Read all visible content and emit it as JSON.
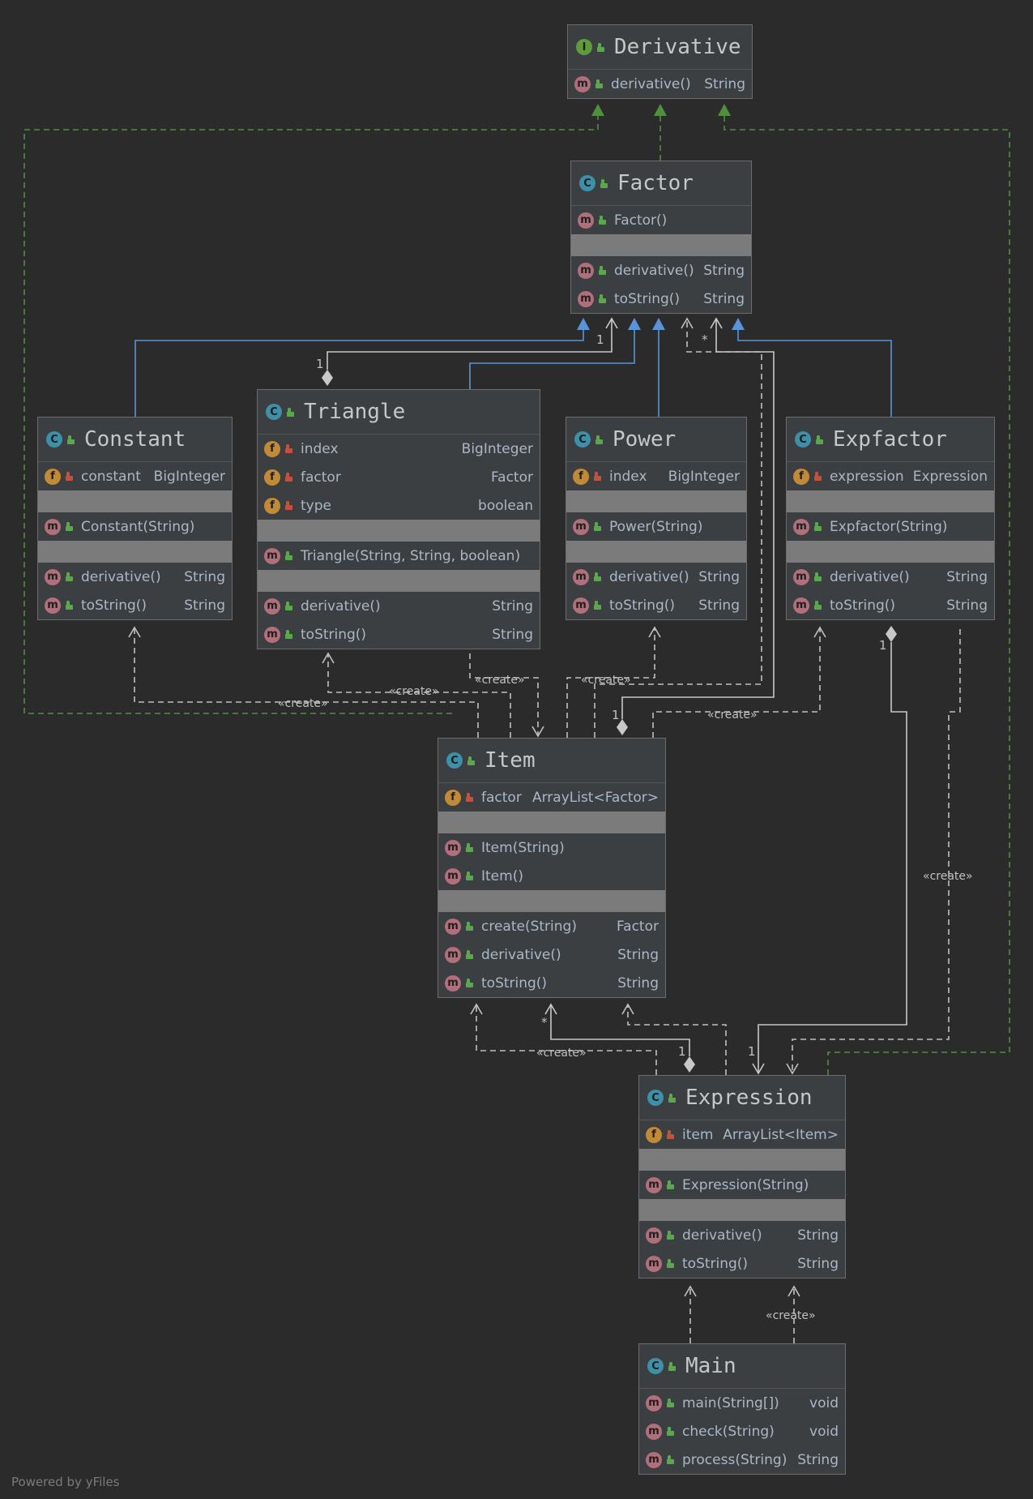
{
  "diagram": {
    "classes": [
      {
        "id": "derivative",
        "title": "Derivative",
        "kind": "I",
        "sections": [
          [
            {
              "kind": "m",
              "vis": "pub",
              "name": "derivative()",
              "type": "String"
            }
          ]
        ]
      },
      {
        "id": "factor",
        "title": "Factor",
        "kind": "C",
        "sections": [
          [
            {
              "kind": "m",
              "vis": "pub",
              "name": "Factor()",
              "type": ""
            }
          ],
          [],
          [
            {
              "kind": "m",
              "vis": "pub",
              "name": "derivative()",
              "type": "String"
            },
            {
              "kind": "m",
              "vis": "pub",
              "name": "toString()",
              "type": "String"
            }
          ]
        ]
      },
      {
        "id": "constant",
        "title": "Constant",
        "kind": "C",
        "sections": [
          [
            {
              "kind": "f",
              "vis": "priv",
              "name": "constant",
              "type": "BigInteger"
            }
          ],
          [],
          [
            {
              "kind": "m",
              "vis": "pub",
              "name": "Constant(String)",
              "type": ""
            }
          ],
          [],
          [
            {
              "kind": "m",
              "vis": "pub",
              "name": "derivative()",
              "type": "String"
            },
            {
              "kind": "m",
              "vis": "pub",
              "name": "toString()",
              "type": "String"
            }
          ]
        ]
      },
      {
        "id": "triangle",
        "title": "Triangle",
        "kind": "C",
        "sections": [
          [
            {
              "kind": "f",
              "vis": "priv",
              "name": "index",
              "type": "BigInteger"
            },
            {
              "kind": "f",
              "vis": "priv",
              "name": "factor",
              "type": "Factor"
            },
            {
              "kind": "f",
              "vis": "priv",
              "name": "type",
              "type": "boolean"
            }
          ],
          [],
          [
            {
              "kind": "m",
              "vis": "pub",
              "name": "Triangle(String, String, boolean)",
              "type": ""
            }
          ],
          [],
          [
            {
              "kind": "m",
              "vis": "pub",
              "name": "derivative()",
              "type": "String"
            },
            {
              "kind": "m",
              "vis": "pub",
              "name": "toString()",
              "type": "String"
            }
          ]
        ]
      },
      {
        "id": "power",
        "title": "Power",
        "kind": "C",
        "sections": [
          [
            {
              "kind": "f",
              "vis": "priv",
              "name": "index",
              "type": "BigInteger"
            }
          ],
          [],
          [
            {
              "kind": "m",
              "vis": "pub",
              "name": "Power(String)",
              "type": ""
            }
          ],
          [],
          [
            {
              "kind": "m",
              "vis": "pub",
              "name": "derivative()",
              "type": "String"
            },
            {
              "kind": "m",
              "vis": "pub",
              "name": "toString()",
              "type": "String"
            }
          ]
        ]
      },
      {
        "id": "expfactor",
        "title": "Expfactor",
        "kind": "C",
        "sections": [
          [
            {
              "kind": "f",
              "vis": "priv",
              "name": "expression",
              "type": "Expression"
            }
          ],
          [],
          [
            {
              "kind": "m",
              "vis": "pub",
              "name": "Expfactor(String)",
              "type": ""
            }
          ],
          [],
          [
            {
              "kind": "m",
              "vis": "pub",
              "name": "derivative()",
              "type": "String"
            },
            {
              "kind": "m",
              "vis": "pub",
              "name": "toString()",
              "type": "String"
            }
          ]
        ]
      },
      {
        "id": "item",
        "title": "Item",
        "kind": "C",
        "sections": [
          [
            {
              "kind": "f",
              "vis": "priv",
              "name": "factor",
              "type": "ArrayList<Factor>"
            }
          ],
          [],
          [
            {
              "kind": "m",
              "vis": "pub",
              "name": "Item(String)",
              "type": ""
            },
            {
              "kind": "m",
              "vis": "pub",
              "name": "Item()",
              "type": ""
            }
          ],
          [],
          [
            {
              "kind": "m",
              "vis": "pub",
              "name": "create(String)",
              "type": "Factor"
            },
            {
              "kind": "m",
              "vis": "pub",
              "name": "derivative()",
              "type": "String"
            },
            {
              "kind": "m",
              "vis": "pub",
              "name": "toString()",
              "type": "String"
            }
          ]
        ]
      },
      {
        "id": "expression",
        "title": "Expression",
        "kind": "C",
        "sections": [
          [
            {
              "kind": "f",
              "vis": "priv",
              "name": "item",
              "type": "ArrayList<Item>"
            }
          ],
          [],
          [
            {
              "kind": "m",
              "vis": "pub",
              "name": "Expression(String)",
              "type": ""
            }
          ],
          [],
          [
            {
              "kind": "m",
              "vis": "pub",
              "name": "derivative()",
              "type": "String"
            },
            {
              "kind": "m",
              "vis": "pub",
              "name": "toString()",
              "type": "String"
            }
          ]
        ]
      },
      {
        "id": "main",
        "title": "Main",
        "kind": "C",
        "sections": [
          [
            {
              "kind": "m",
              "vis": "pub",
              "name": "main(String[])",
              "type": "void"
            },
            {
              "kind": "m",
              "vis": "pub",
              "name": "check(String)",
              "type": "void"
            },
            {
              "kind": "m",
              "vis": "pub",
              "name": "process(String)",
              "type": "String"
            }
          ]
        ]
      }
    ],
    "edge_labels": {
      "create": "«create»",
      "one": "1",
      "many": "*"
    },
    "colors": {
      "realization": "#4f8f3f",
      "inheritance": "#5a93d8",
      "dependency": "#c0c0c0",
      "association": "#c8c8c8"
    },
    "footer": "Powered by yFiles"
  }
}
